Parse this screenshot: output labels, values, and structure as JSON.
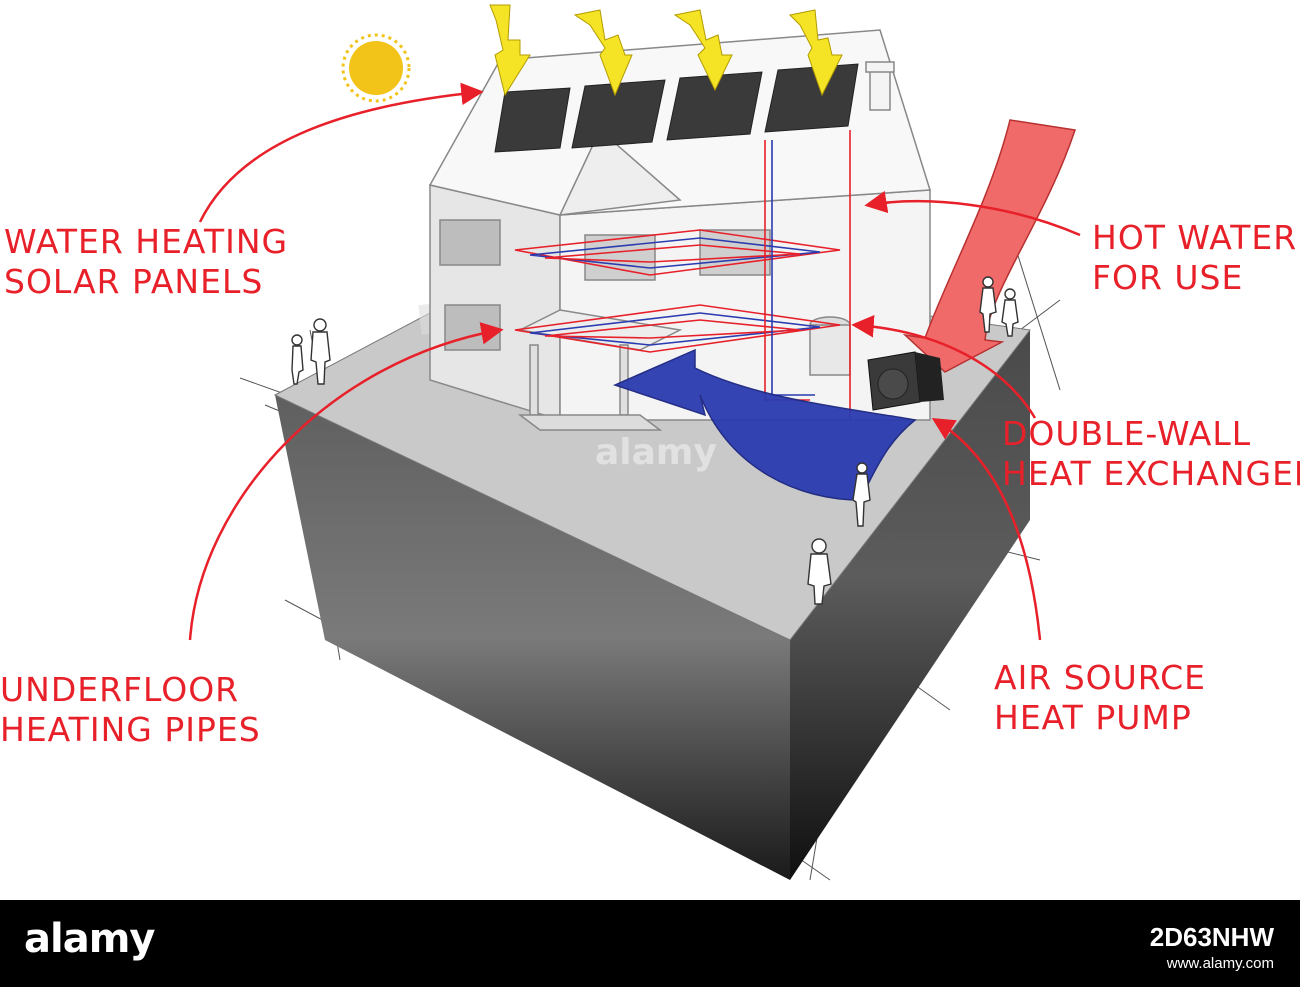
{
  "colors": {
    "label_red": "#e8202a",
    "ground_dark": "#1e1e1e",
    "ground_top": "#c9c9c9",
    "sun_yellow": "#f2c318",
    "ray_yellow": "#f5e426",
    "air_arrow": "#f06a6a",
    "water_arrow": "#2b3bb0",
    "footer": "#000000"
  },
  "icons": [
    "sun-icon",
    "solar-panel-icon",
    "house-icon",
    "heat-pump-icon",
    "person-icon"
  ],
  "labels": {
    "solar": [
      "WATER HEATING",
      "SOLAR PANELS"
    ],
    "hot_water": [
      "HOT WATER",
      "FOR USE"
    ],
    "exchanger": [
      "DOUBLE-WALL",
      "HEAT EXCHANGER"
    ],
    "pump": [
      "AIR SOURCE",
      "HEAT PUMP"
    ],
    "underfloor": [
      "UNDERFLOOR",
      "HEATING PIPES"
    ]
  },
  "watermark": "alamy",
  "footer": {
    "logo": "alamy",
    "image_id": "2D63NHW",
    "site": "www.alamy.com"
  }
}
